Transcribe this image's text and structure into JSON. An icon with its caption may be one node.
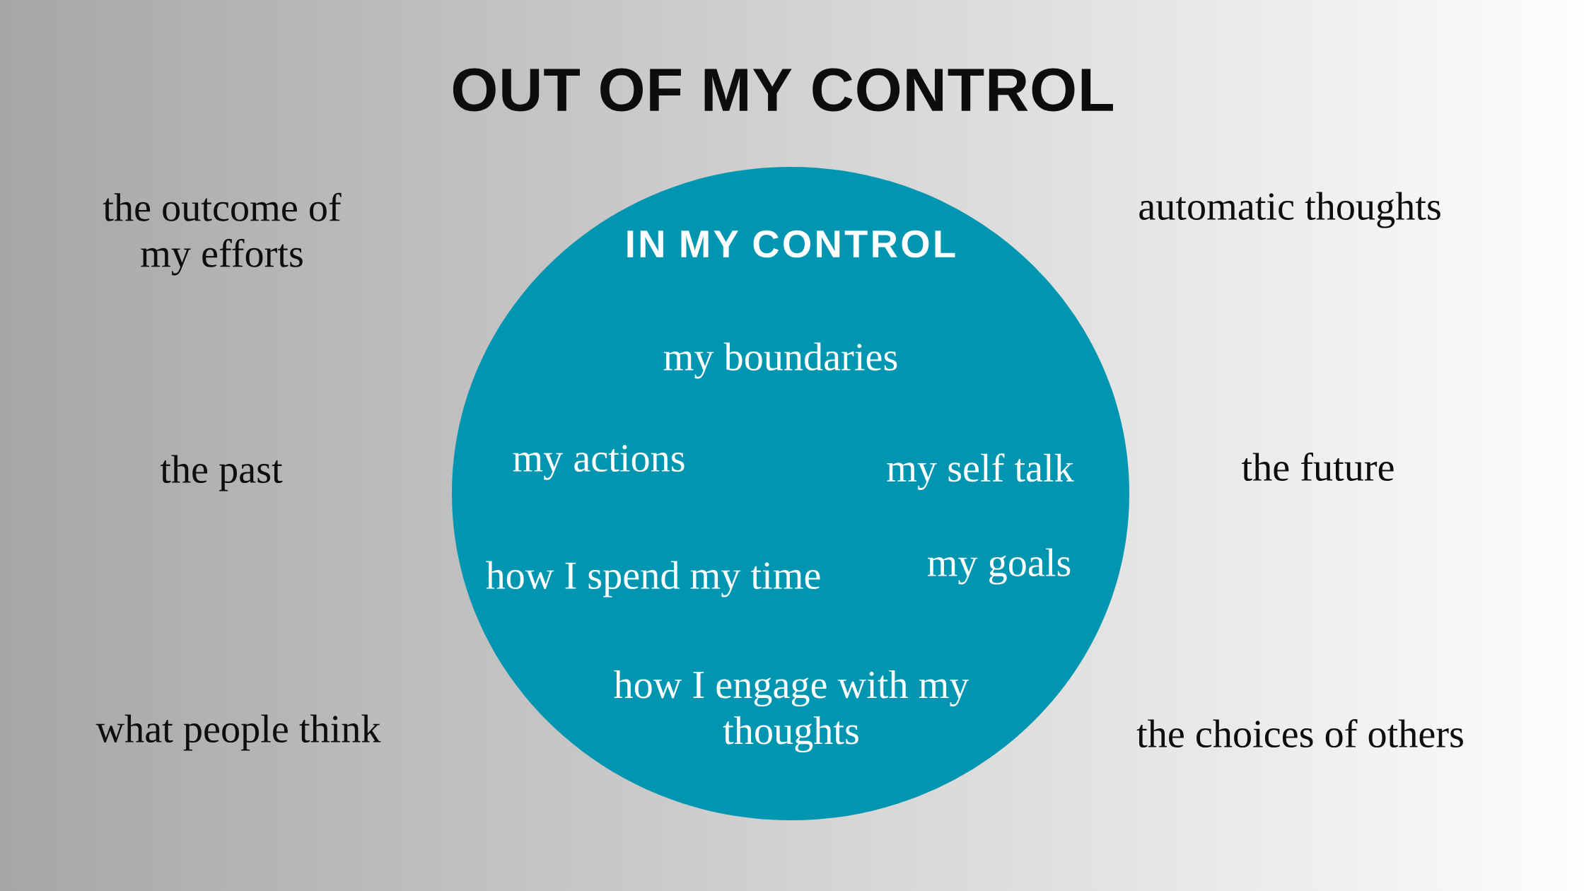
{
  "diagram": {
    "title": "OUT OF MY CONTROL",
    "nodes": [
      {
        "text": [
          "IN MY CONTROL",
          "my boundaries",
          "my actions",
          "my self talk",
          "how I spend my time",
          "my goals",
          "how I engage with my thoughts"
        ]
      }
    ],
    "labels": [
      "the outcome of my efforts",
      "automatic thoughts",
      "the past",
      "the future",
      "what people think",
      "the choices of others"
    ]
  }
}
